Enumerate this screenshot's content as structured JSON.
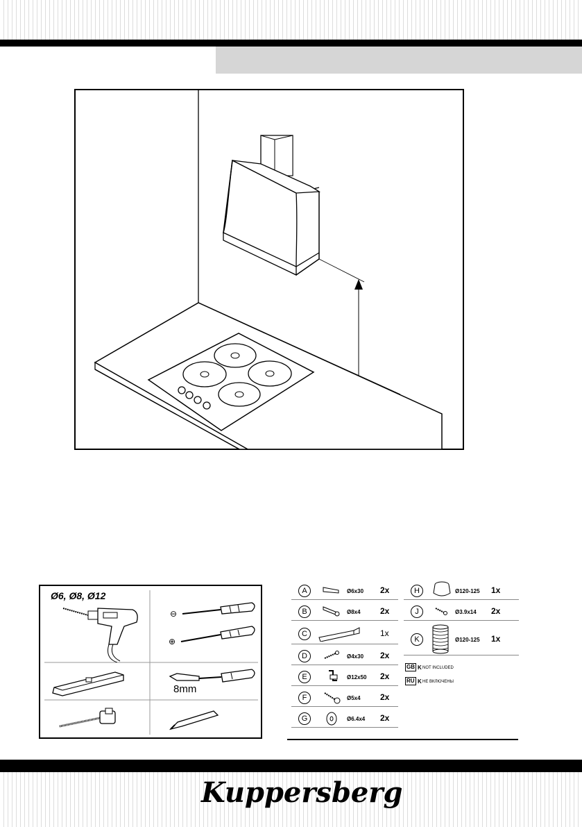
{
  "tools": {
    "drill_bits_label": "Ø6, Ø8, Ø12",
    "nut_driver_label": "8mm",
    "minus_symbol": "⊖",
    "plus_symbol": "⊕"
  },
  "parts": [
    {
      "letter": "A",
      "size": "Ø6x30",
      "qty": "2x",
      "icon": "wall-plug-icon"
    },
    {
      "letter": "B",
      "size": "Ø8x4",
      "qty": "2x",
      "icon": "wall-plug-icon"
    },
    {
      "letter": "C",
      "size": "",
      "qty": "1x",
      "icon": "bracket-icon"
    },
    {
      "letter": "D",
      "size": "Ø4x30",
      "qty": "2x",
      "icon": "screw-icon"
    },
    {
      "letter": "E",
      "size": "Ø12x50",
      "qty": "2x",
      "icon": "hook-bolt-icon"
    },
    {
      "letter": "F",
      "size": "Ø5x4",
      "qty": "2x",
      "icon": "screw-anchor-icon"
    },
    {
      "letter": "G",
      "size": "Ø6.4x4",
      "qty": "2x",
      "icon": "washer-icon"
    },
    {
      "letter": "H",
      "size": "Ø120-125",
      "qty": "1x",
      "icon": "duct-adapter-icon"
    },
    {
      "letter": "J",
      "size": "Ø3.9x14",
      "qty": "2x",
      "icon": "screw-icon"
    },
    {
      "letter": "K",
      "size": "Ø120-125",
      "qty": "1x",
      "icon": "flexible-duct-icon"
    }
  ],
  "notes": {
    "gb_code": "GB",
    "gb_letter": "K",
    "gb_text": "NOT INCLUDED",
    "ru_code": "RU",
    "ru_letter": "K",
    "ru_text": "НЕ ВКЛЮЧЕНЫ"
  },
  "brand": {
    "name": "Kuppersberg"
  }
}
